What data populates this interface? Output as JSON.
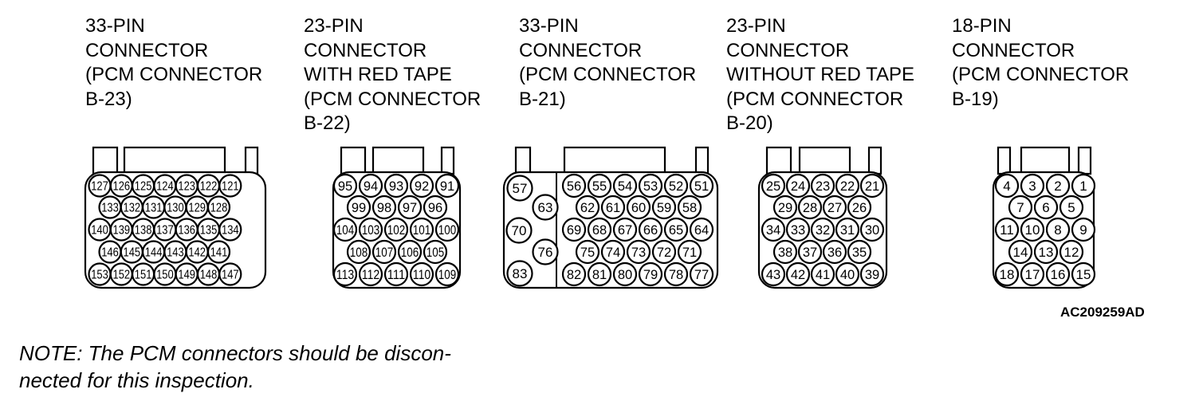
{
  "labels": [
    "33-PIN\nCONNECTOR\n(PCM CONNECTOR\nB-23)",
    "23-PIN\nCONNECTOR\nWITH RED TAPE\n(PCM CONNECTOR\nB-22)",
    "33-PIN\nCONNECTOR\n(PCM CONNECTOR\nB-21)",
    "23-PIN\nCONNECTOR\nWITHOUT RED TAPE\n(PCM CONNECTOR\nB-20)",
    "18-PIN\nCONNECTOR\n(PCM CONNECTOR\nB-19)"
  ],
  "connectors": [
    {
      "rows": [
        [
          "127",
          "126",
          "125",
          "124",
          "123",
          "122",
          "121"
        ],
        [
          "133",
          "132",
          "131",
          "130",
          "129",
          "128"
        ],
        [
          "140",
          "139",
          "138",
          "137",
          "136",
          "135",
          "134"
        ],
        [
          "146",
          "145",
          "144",
          "143",
          "142",
          "141"
        ],
        [
          "153",
          "152",
          "151",
          "150",
          "149",
          "148",
          "147"
        ]
      ]
    },
    {
      "rows": [
        [
          "95",
          "94",
          "93",
          "92",
          "91"
        ],
        [
          "99",
          "98",
          "97",
          "96"
        ],
        [
          "104",
          "103",
          "102",
          "101",
          "100"
        ],
        [
          "108",
          "107",
          "106",
          "105"
        ],
        [
          "113",
          "112",
          "111",
          "110",
          "109"
        ]
      ]
    },
    {
      "left_pins": [
        "57",
        "63",
        "70",
        "76",
        "83"
      ],
      "rows": [
        [
          "56",
          "55",
          "54",
          "53",
          "52",
          "51"
        ],
        [
          "62",
          "61",
          "60",
          "59",
          "58"
        ],
        [
          "69",
          "68",
          "67",
          "66",
          "65",
          "64"
        ],
        [
          "75",
          "74",
          "73",
          "72",
          "71"
        ],
        [
          "82",
          "81",
          "80",
          "79",
          "78",
          "77"
        ]
      ]
    },
    {
      "rows": [
        [
          "25",
          "24",
          "23",
          "22",
          "21"
        ],
        [
          "29",
          "28",
          "27",
          "26"
        ],
        [
          "34",
          "33",
          "32",
          "31",
          "30"
        ],
        [
          "38",
          "37",
          "36",
          "35"
        ],
        [
          "43",
          "42",
          "41",
          "40",
          "39"
        ]
      ]
    },
    {
      "rows": [
        [
          "4",
          "3",
          "2",
          "1"
        ],
        [
          "7",
          "6",
          "5"
        ],
        [
          "11",
          "10",
          "8",
          "9"
        ],
        [
          "14",
          "13",
          "12"
        ],
        [
          "18",
          "17",
          "16",
          "15"
        ]
      ]
    }
  ],
  "figure_code": "AC209259AD",
  "note": "NOTE: The PCM connectors should be discon-\nnected for this inspection."
}
